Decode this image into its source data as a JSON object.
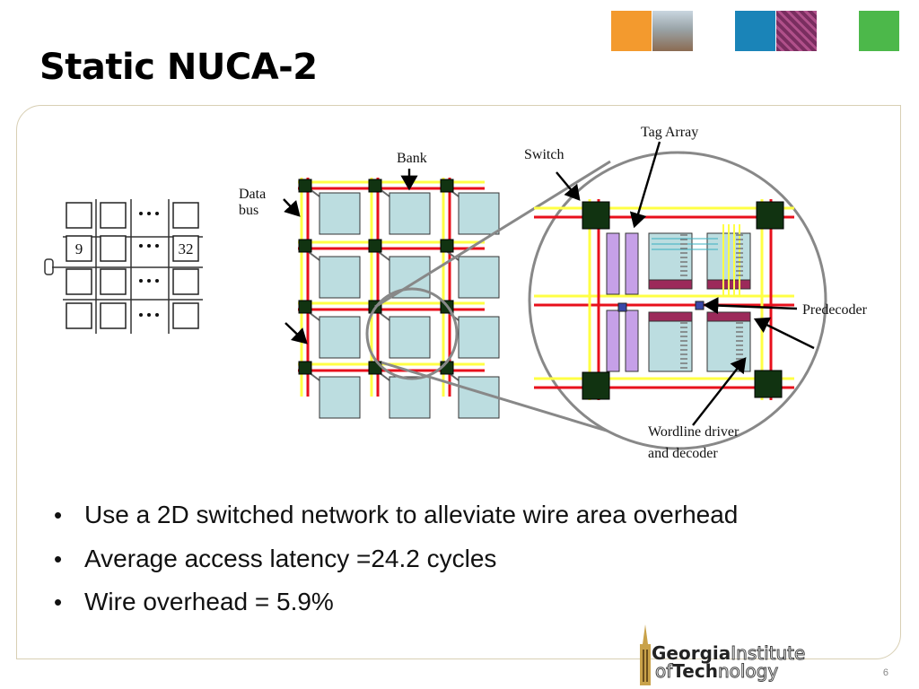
{
  "slide": {
    "title": "Static NUCA-2",
    "page_number": "6"
  },
  "header_tiles": [
    {
      "name": "orange-tile",
      "color": "#f39a2e"
    },
    {
      "name": "campus-photo-tile",
      "color": "#a4a7a6"
    },
    {
      "name": "blue-tile",
      "color": "#1a84b8"
    },
    {
      "name": "circuit-photo-tile",
      "color": "#8a3a6a"
    },
    {
      "name": "green-tile",
      "color": "#4cb84a"
    }
  ],
  "bank_grid": {
    "cells": [
      "",
      "",
      "",
      "",
      "9",
      "",
      "",
      "32",
      "",
      "",
      "",
      "",
      "",
      "",
      "",
      ""
    ]
  },
  "diagram": {
    "labels": {
      "bank": "Bank",
      "data_bus_line1": "Data",
      "data_bus_line2": "bus",
      "switch": "Switch",
      "tag_array": "Tag Array",
      "predecoder": "Predecoder",
      "wordline_line1": "Wordline driver",
      "wordline_line2": "and decoder"
    },
    "colors": {
      "wire_red": "#e8101c",
      "wire_yellow": "#ffff44",
      "switch_green": "#113311",
      "bank_fill": "#bcdde0",
      "tag_purple": "#c6a0e8",
      "decoder_maroon": "#9c2a5a",
      "predecoder_blue": "#3a48a8"
    }
  },
  "bullets": [
    "Use a 2D switched network to alleviate wire area overhead",
    "Average access latency =24.2 cycles",
    "Wire overhead = 5.9%"
  ],
  "logo": {
    "line1_bold": "Georgia",
    "line1_light": "Institute",
    "line2_light": "of",
    "line2_bold": "Tech",
    "line2_end": "nology"
  }
}
